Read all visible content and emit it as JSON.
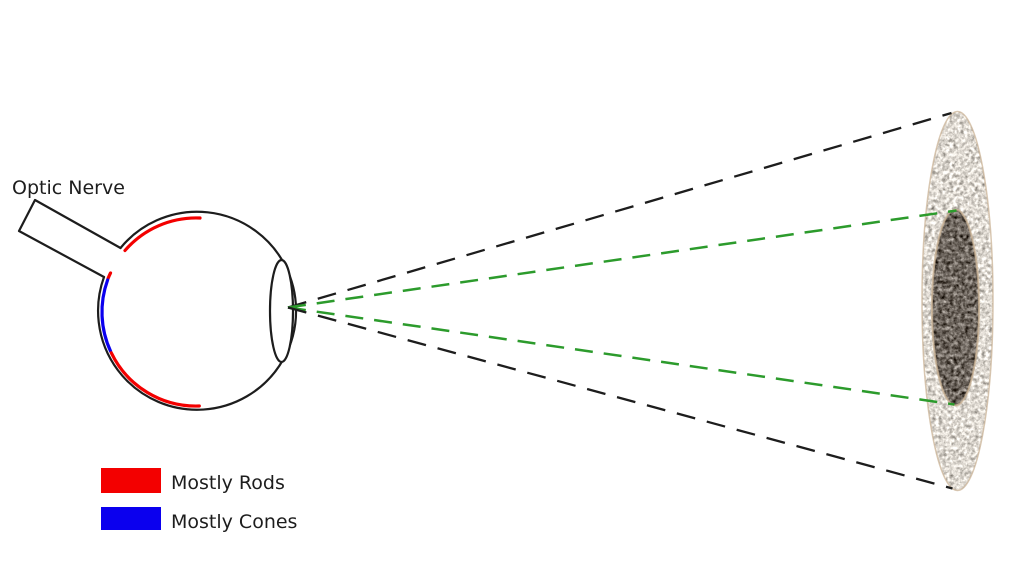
{
  "labels": {
    "optic_nerve": "Optic Nerve"
  },
  "legend": {
    "items": [
      {
        "label": "Mostly Rods"
      },
      {
        "label": "Mostly Cones"
      }
    ]
  },
  "colors": {
    "rods": "#f30000",
    "cones": "#0b00ee",
    "outline": "#1d1d1d",
    "peripheral_line": "#1d1d1d",
    "central_line": "#2c9b2c",
    "stone_light_base": "#d7d4d0",
    "stone_dark_base": "#6f675f",
    "stone_rim": "#c9b193"
  }
}
